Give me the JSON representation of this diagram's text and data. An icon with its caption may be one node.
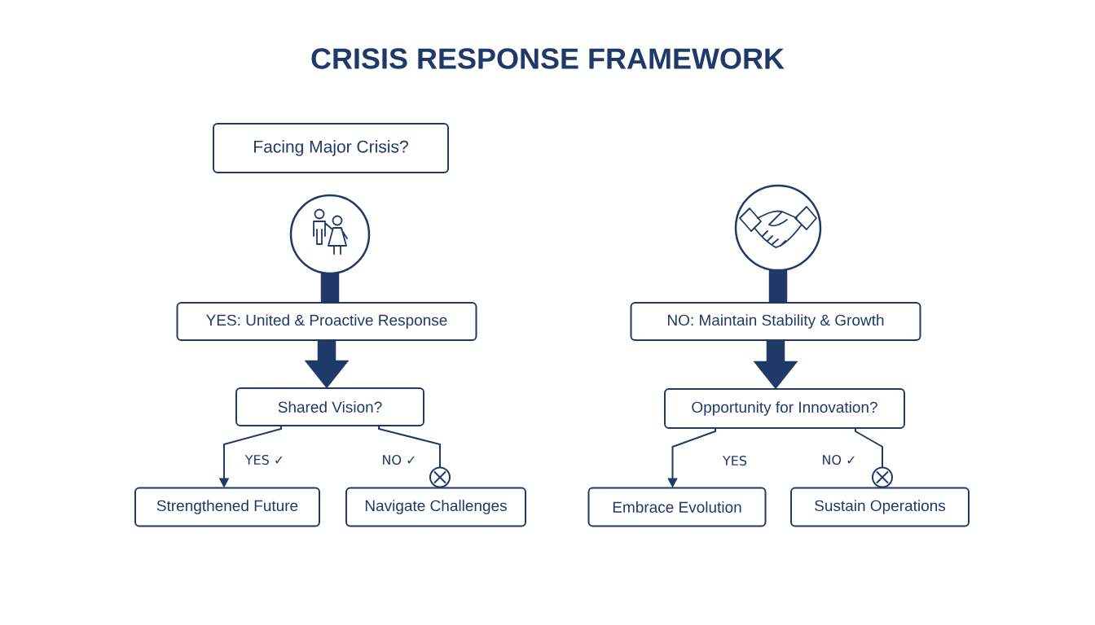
{
  "diagram": {
    "title": "CRISIS RESPONSE FRAMEWORK",
    "nodes": [
      {
        "text": [
          "Facing Major Crisis?"
        ]
      },
      {
        "text": [],
        "shape": "circle"
      },
      {
        "text": [
          "YES: United & Proactive Response"
        ]
      },
      {
        "text": [
          "Shared Vision?"
        ]
      },
      {
        "text": [
          "Strengthened Future"
        ]
      },
      {
        "text": [
          "Navigate Challenges"
        ]
      },
      {
        "text": [],
        "shape": "circle"
      },
      {
        "text": [
          "NO: Maintain Stability & Growth"
        ]
      },
      {
        "text": [
          "Opportunity for Innovation?"
        ]
      },
      {
        "text": [
          "Embrace Evolution"
        ]
      },
      {
        "text": [
          "Sustain Operations"
        ]
      }
    ],
    "edges": [
      {
        "from": 1,
        "to": 2,
        "arrow": "none",
        "style": "thick"
      },
      {
        "from": 2,
        "to": 3,
        "arrow": "to",
        "style": "thick"
      },
      {
        "from": 3,
        "to": 4,
        "arrow": "to",
        "label": "YES ✓"
      },
      {
        "from": 3,
        "to": 5,
        "arrow": "other",
        "label": "NO ✓"
      },
      {
        "from": 6,
        "to": 7,
        "arrow": "none",
        "style": "thick"
      },
      {
        "from": 7,
        "to": 8,
        "arrow": "to",
        "style": "thick"
      },
      {
        "from": 8,
        "to": 9,
        "arrow": "to",
        "label": "YES"
      },
      {
        "from": 8,
        "to": 10,
        "arrow": "other",
        "label": "NO ✓"
      }
    ]
  }
}
